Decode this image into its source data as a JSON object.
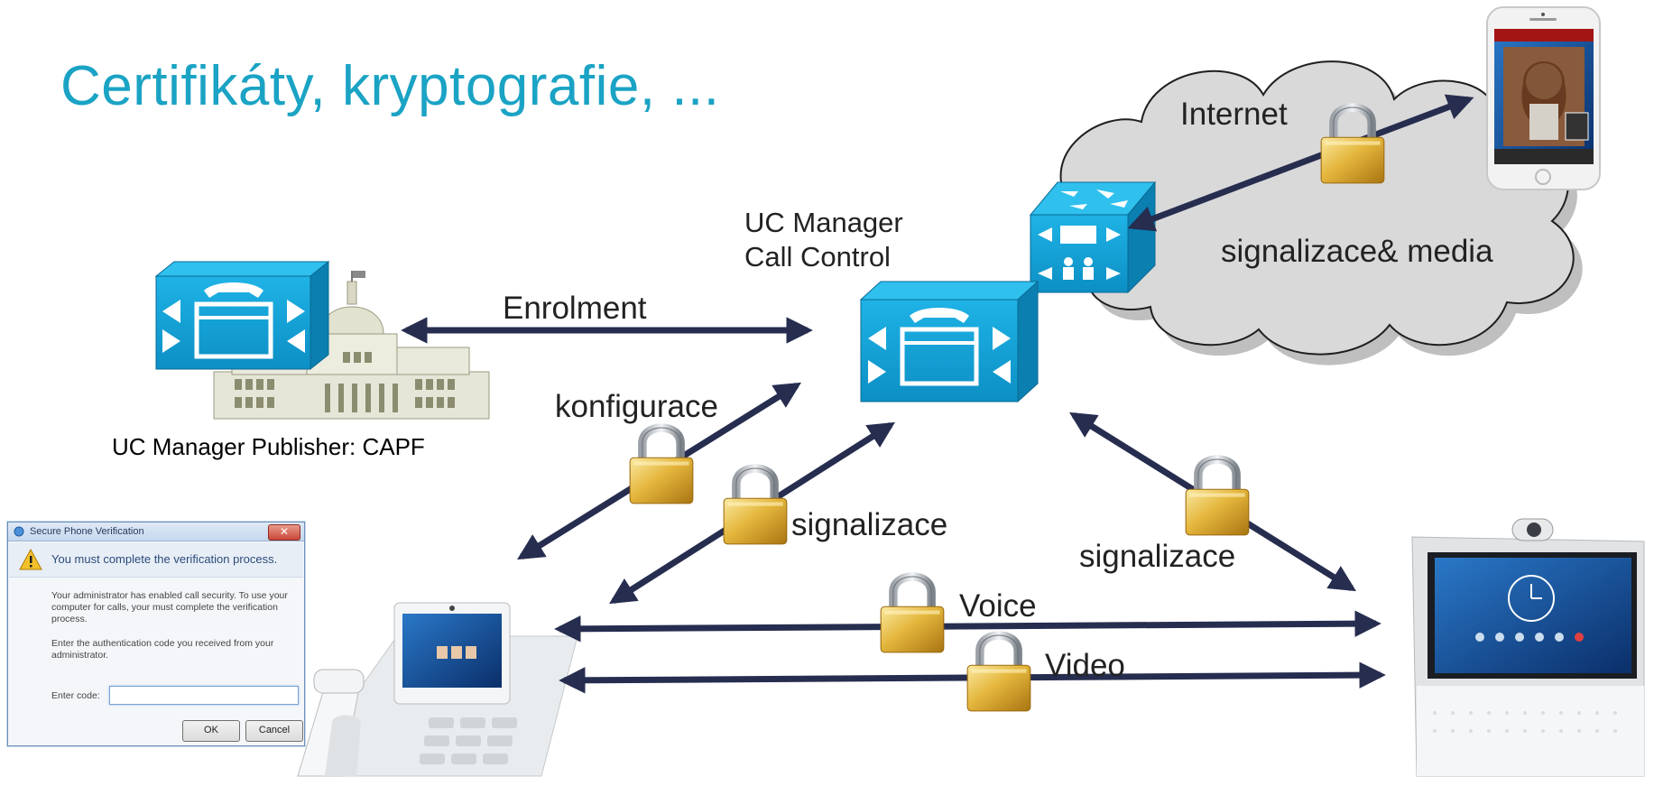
{
  "title": "Certifikáty, kryptografie, ...",
  "labels": {
    "internet": "Internet",
    "uc_manager": "UC Manager",
    "call_control": "Call Control",
    "enrolment": "Enrolment",
    "konfigurace": "konfigurace",
    "capf": "UC Manager Publisher: CAPF",
    "signalizace_mid": "signalizace",
    "signalizace_right": "signalizace",
    "signalizace_media": "signalizace& media",
    "voice": "Voice",
    "video": "Video"
  },
  "dialog": {
    "title": "Secure Phone Verification",
    "close": "✕",
    "warning": "You must complete the verification process.",
    "paragraph1": "Your administrator has enabled call security. To use your computer for calls, your must complete the verification process.",
    "paragraph2": "Enter the authentication code you received from your administrator.",
    "code_label": "Enter code:",
    "code_value": "",
    "ok": "OK",
    "cancel": "Cancel"
  },
  "colors": {
    "title": "#1aa3c4",
    "arrow": "#262d4f",
    "router_blue": "#13a4d8",
    "lock_gold": "#e0b23a",
    "cloud_fill": "#d9d9d9"
  }
}
